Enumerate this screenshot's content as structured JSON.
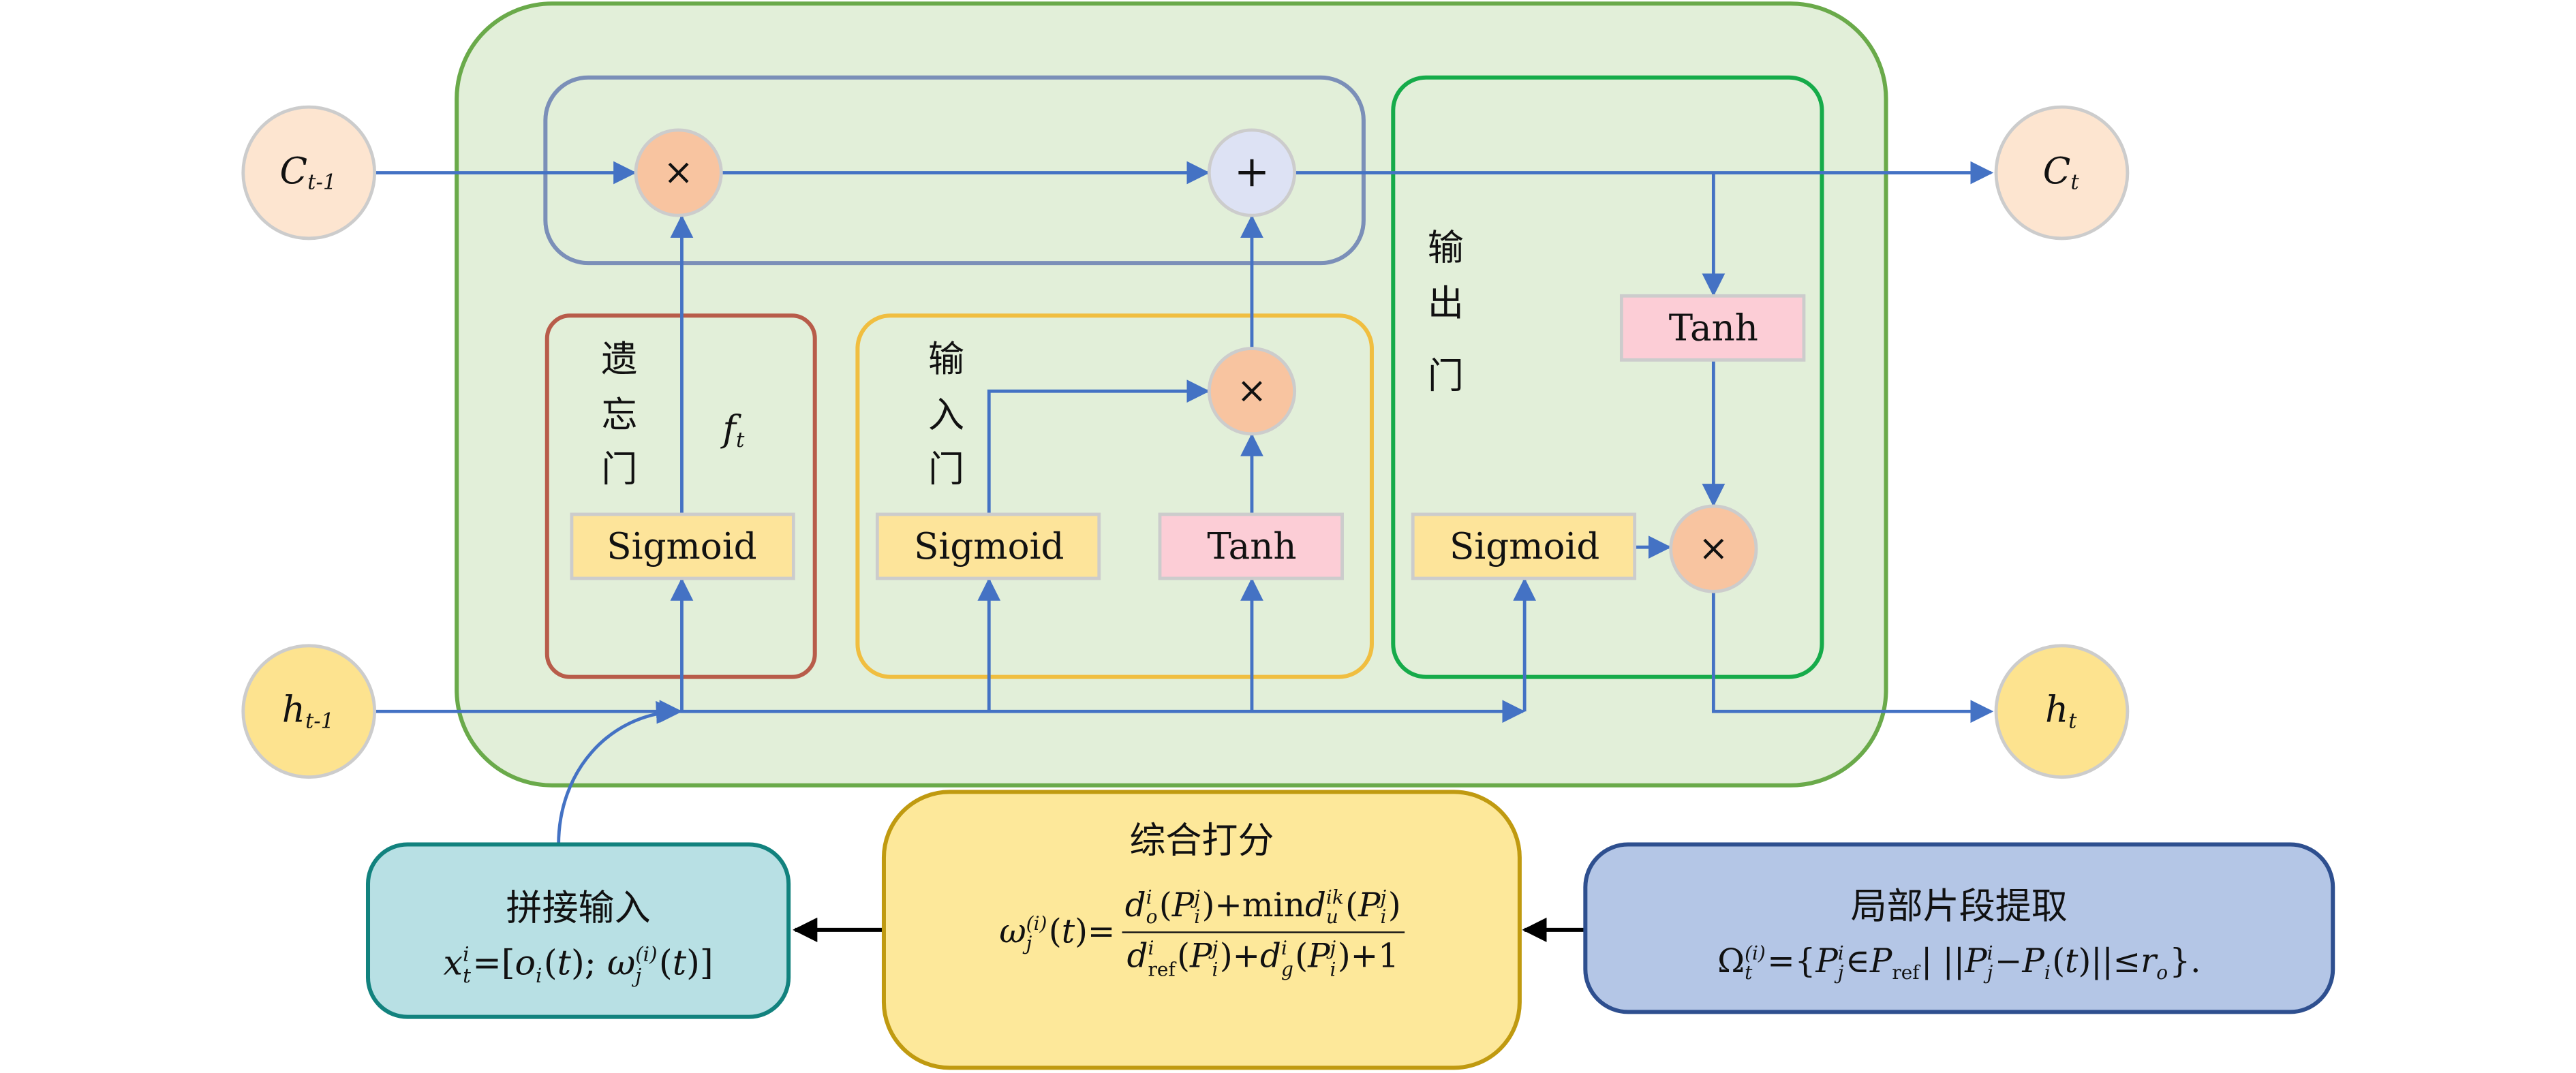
{
  "colors": {
    "outer_fill": "#e2efd9",
    "outer_stroke": "#6aaa4a",
    "cell_box_stroke": "#7b8fb8",
    "forget_stroke": "#b85c4a",
    "input_stroke": "#f0be40",
    "output_stroke": "#16ab4a",
    "arrow": "#4472c4",
    "sigmoid_fill": "#fde49a",
    "tanh_fill": "#fccdd6",
    "mult_fill": "#f8c4a0",
    "add_fill": "#dde2f4",
    "c_state_fill": "#fde5d0",
    "h_state_fill": "#fde38f",
    "concat_fill": "#b8e0e4",
    "concat_stroke": "#12827e",
    "score_fill": "#fde89a",
    "score_stroke": "#c09a10",
    "extract_fill": "#b4c6e6",
    "extract_stroke": "#2e4f8f"
  },
  "states": {
    "c_prev": [
      {
        "t": "C"
      },
      {
        "sub": "t-1"
      }
    ],
    "c_next": [
      {
        "t": "C"
      },
      {
        "sub": "t"
      }
    ],
    "h_prev": [
      {
        "t": "h"
      },
      {
        "sub": "t-1"
      }
    ],
    "h_next": [
      {
        "t": "h"
      },
      {
        "sub": "t"
      }
    ]
  },
  "ops": {
    "multiply": "×",
    "add": "+"
  },
  "gates": {
    "forget": {
      "label": [
        "遗",
        "忘",
        "门"
      ],
      "signal": [
        {
          "t": "f"
        },
        {
          "sub": "t"
        }
      ],
      "activation": "Sigmoid"
    },
    "input": {
      "label": [
        "输",
        "入",
        "门"
      ],
      "activation": "Sigmoid",
      "candidate": "Tanh"
    },
    "output": {
      "label": [
        "输",
        "出",
        "门"
      ],
      "activation": "Sigmoid",
      "cell_activation": "Tanh"
    }
  },
  "modules": {
    "concat": {
      "title": "拼接输入",
      "formula": [
        {
          "t": "x"
        },
        {
          "sup": "i",
          "sub": "t"
        },
        {
          "up": "=["
        },
        {
          "t": "o"
        },
        {
          "sub": "i"
        },
        {
          "up": "("
        },
        {
          "t": "t"
        },
        {
          "up": "); "
        },
        {
          "t": "ω"
        },
        {
          "sup": "(i)",
          "sub": "j"
        },
        {
          "up": "("
        },
        {
          "t": "t"
        },
        {
          "up": ")]"
        }
      ]
    },
    "score": {
      "title": "综合打分",
      "lhs": [
        {
          "t": "ω"
        },
        {
          "sup": "(i)",
          "sub": "j"
        },
        {
          "up": "("
        },
        {
          "t": "t"
        },
        {
          "up": ")="
        }
      ],
      "numerator": [
        {
          "t": "d"
        },
        {
          "sup": "i",
          "sub": "o"
        },
        {
          "up": "("
        },
        {
          "t": "P"
        },
        {
          "sup": "j",
          "sub": "i"
        },
        {
          "up": ")+min"
        },
        {
          "t": "d"
        },
        {
          "sup": "ik",
          "sub": "u"
        },
        {
          "up": "("
        },
        {
          "t": "P"
        },
        {
          "sup": "j",
          "sub": "i"
        },
        {
          "up": ")"
        }
      ],
      "denominator": [
        {
          "t": "d"
        },
        {
          "sup": "i",
          "sub": "ref",
          "subup": true
        },
        {
          "up": "("
        },
        {
          "t": "P"
        },
        {
          "sup": "j",
          "sub": "i"
        },
        {
          "up": ")+"
        },
        {
          "t": "d"
        },
        {
          "sup": "i",
          "sub": "g"
        },
        {
          "up": "("
        },
        {
          "t": "P"
        },
        {
          "sup": "j",
          "sub": "i"
        },
        {
          "up": ")+1"
        }
      ]
    },
    "extract": {
      "title": "局部片段提取",
      "formula": [
        {
          "up": "Ω"
        },
        {
          "sup": "(i)",
          "sub": "t"
        },
        {
          "up": "={"
        },
        {
          "t": "P"
        },
        {
          "sup": "i",
          "sub": "j"
        },
        {
          "up": "∈"
        },
        {
          "t": "P"
        },
        {
          "sub": "ref",
          "subup": true
        },
        {
          "up": "|  ||"
        },
        {
          "t": "P"
        },
        {
          "sup": "i",
          "sub": "j"
        },
        {
          "up": "−"
        },
        {
          "t": "P"
        },
        {
          "sub": "i"
        },
        {
          "up": "("
        },
        {
          "t": "t"
        },
        {
          "up": ")||≤"
        },
        {
          "t": "r"
        },
        {
          "sub": "o"
        },
        {
          "up": "}."
        }
      ]
    }
  }
}
